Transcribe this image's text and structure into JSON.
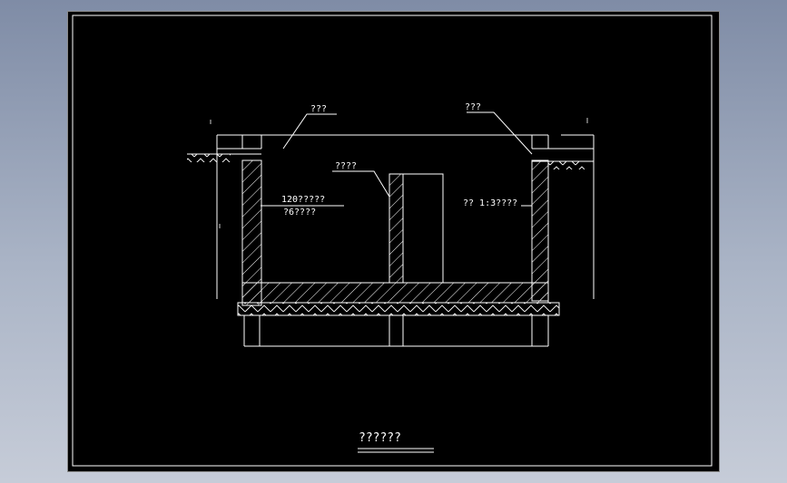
{
  "drawing": {
    "title": "??????",
    "labels": {
      "top_left": "???",
      "top_right": "???",
      "partition": "????",
      "wall_line1": "120?????",
      "wall_line2": "?6????",
      "plaster": "?? 1:3????"
    },
    "colors": {
      "paper": "#000000",
      "line": "#ffffff"
    }
  }
}
